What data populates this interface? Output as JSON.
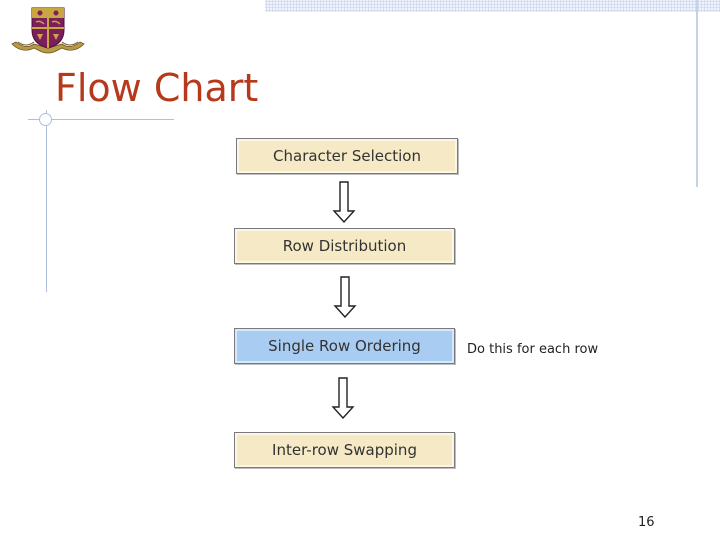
{
  "title": "Flow Chart",
  "steps": [
    {
      "label": "Character Selection"
    },
    {
      "label": "Row Distribution"
    },
    {
      "label": "Single Row Ordering"
    },
    {
      "label": "Inter-row Swapping"
    }
  ],
  "side_note": "Do this for each row",
  "page_number": "16",
  "colors": {
    "title": "#b5391a",
    "box_fill": "#f5e9c6",
    "highlight_fill": "#a9cdf2",
    "accent_lines": "#aebfdb"
  },
  "icons": [
    "university-crest-logo",
    "down-arrow-icon"
  ]
}
